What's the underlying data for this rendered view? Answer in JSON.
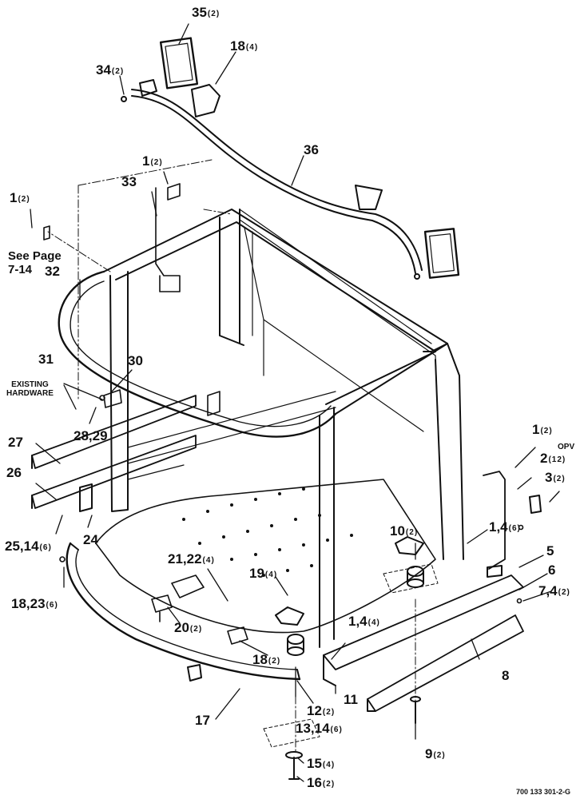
{
  "callouts": [
    {
      "num": "35",
      "qty": "(2)"
    },
    {
      "num": "18",
      "qty": "(4)"
    },
    {
      "num": "34",
      "qty": "(2)"
    },
    {
      "num": "36",
      "qty": ""
    },
    {
      "num": "1",
      "qty": "(2)"
    },
    {
      "num": "33",
      "qty": ""
    },
    {
      "num": "1",
      "qty": "(2)"
    },
    {
      "num": "32",
      "qty": ""
    },
    {
      "num": "31",
      "qty": ""
    },
    {
      "num": "30",
      "qty": ""
    },
    {
      "num": "28,29",
      "qty": ""
    },
    {
      "num": "27",
      "qty": ""
    },
    {
      "num": "26",
      "qty": ""
    },
    {
      "num": "25,14",
      "qty": "(6)"
    },
    {
      "num": "24",
      "qty": ""
    },
    {
      "num": "18,23",
      "qty": "(6)"
    },
    {
      "num": "21,22",
      "qty": "(4)"
    },
    {
      "num": "20",
      "qty": "(2)"
    },
    {
      "num": "19",
      "qty": "(4)"
    },
    {
      "num": "18",
      "qty": "(2)"
    },
    {
      "num": "17",
      "qty": ""
    },
    {
      "num": "13,14",
      "qty": "(6)"
    },
    {
      "num": "12",
      "qty": "(2)"
    },
    {
      "num": "11",
      "qty": ""
    },
    {
      "num": "15",
      "qty": "(4)"
    },
    {
      "num": "16",
      "qty": "(2)"
    },
    {
      "num": "10",
      "qty": "(2)"
    },
    {
      "num": "1,4",
      "qty": "(4)"
    },
    {
      "num": "1,4",
      "qty": "(6)"
    },
    {
      "num": "1",
      "qty": "(2)"
    },
    {
      "num": "2",
      "qty": "(12)"
    },
    {
      "num": "3",
      "qty": "(2)"
    },
    {
      "num": "5",
      "qty": ""
    },
    {
      "num": "6",
      "qty": ""
    },
    {
      "num": "7,4",
      "qty": "(2)"
    },
    {
      "num": "8",
      "qty": ""
    },
    {
      "num": "9",
      "qty": "(2)"
    }
  ],
  "see_page": {
    "line1": "See Page",
    "line2": "7-14"
  },
  "existing_hardware": {
    "line1": "EXISTING",
    "line2": "HARDWARE"
  },
  "opv": "OPV",
  "figure_number": "700 133 301-2-G"
}
